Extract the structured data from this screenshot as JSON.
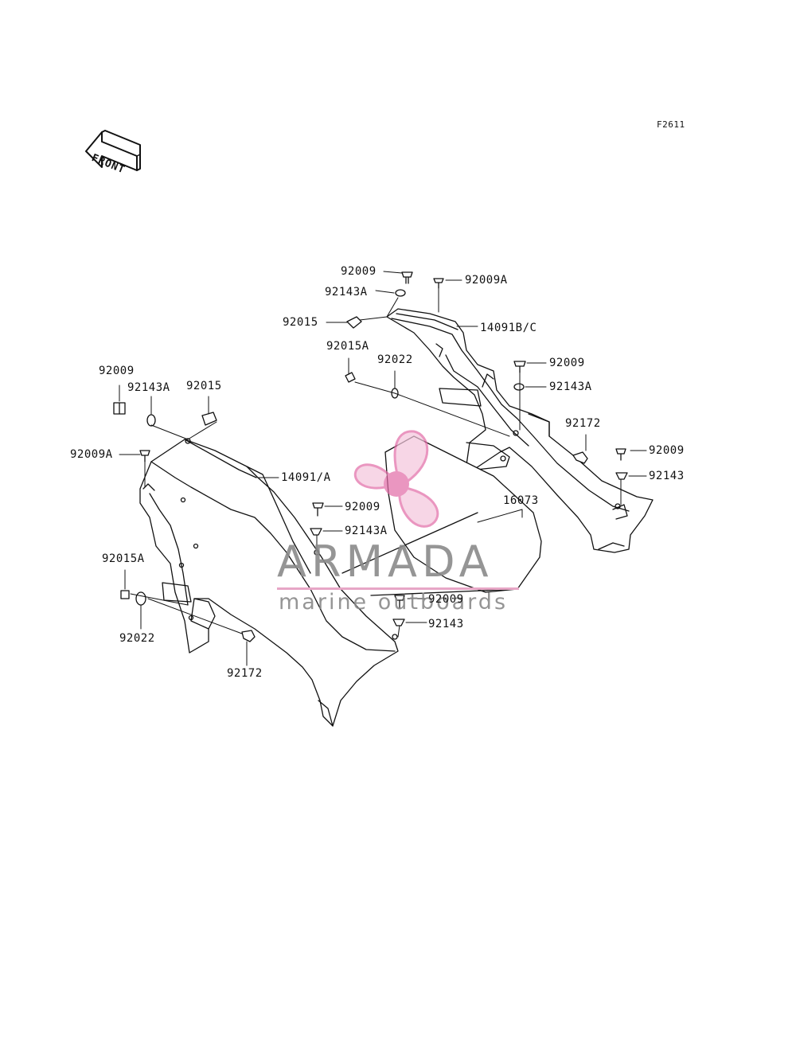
{
  "figure_id": "F2611",
  "front_arrow": {
    "label": "FRONT"
  },
  "watermark": {
    "name": "ARMADA",
    "tagline": "marine outboards",
    "colors": {
      "logo": "#e26aa6",
      "text": "#8a8a8a",
      "bar": "#e7a6c6"
    }
  },
  "labels": {
    "r_92009_top": "92009",
    "r_92009a_top": "92009A",
    "r_92143a_top": "92143A",
    "r_92015": "92015",
    "r_14091bc": "14091B/C",
    "r_92015a": "92015A",
    "r_92022": "92022",
    "r_92009_mid": "92009",
    "r_92143a_mid": "92143A",
    "r_92172": "92172",
    "r_92009_right": "92009",
    "r_92143_right": "92143",
    "l_92009": "92009",
    "l_92143a": "92143A",
    "l_92015": "92015",
    "l_92009a": "92009A",
    "l_14091a": "14091/A",
    "c_92009": "92009",
    "c_92143a": "92143A",
    "c_16073": "16073",
    "l_92015a": "92015A",
    "l_92022": "92022",
    "c_92009_low": "92009",
    "c_92143_low": "92143",
    "l_92172": "92172"
  }
}
